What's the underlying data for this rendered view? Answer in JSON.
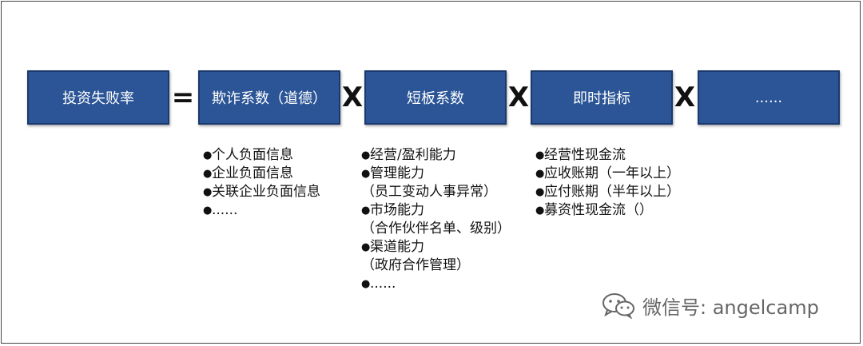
{
  "boxes": [
    {
      "label": "投资失败率"
    },
    {
      "label": "欺诈系数（道德）"
    },
    {
      "label": "短板系数"
    },
    {
      "label": "即时指标"
    },
    {
      "label": "......"
    }
  ],
  "operators": [
    "=",
    "X",
    "X",
    "X"
  ],
  "lists": [
    {
      "items": [
        {
          "text": "个人负面信息",
          "bullet": true
        },
        {
          "text": "企业负面信息",
          "bullet": true
        },
        {
          "text": "关联企业负面信息",
          "bullet": true
        },
        {
          "text": "......",
          "bullet": true
        }
      ]
    },
    {
      "items": [
        {
          "text": "经营/盈利能力",
          "bullet": true
        },
        {
          "text": "管理能力",
          "bullet": true
        },
        {
          "text": "（员工变动人事异常）",
          "bullet": false
        },
        {
          "text": "市场能力",
          "bullet": true
        },
        {
          "text": "（合作伙伴名单、级别）",
          "bullet": false
        },
        {
          "text": "渠道能力",
          "bullet": true
        },
        {
          "text": "（政府合作管理）",
          "bullet": false
        },
        {
          "text": "......",
          "bullet": true
        }
      ]
    },
    {
      "items": [
        {
          "text": "经营性现金流",
          "bullet": true
        },
        {
          "text": "应收账期（一年以上）",
          "bullet": true
        },
        {
          "text": "应付账期（半年以上）",
          "bullet": true
        },
        {
          "text": "募资性现金流（）",
          "bullet": true
        }
      ]
    }
  ],
  "watermark": {
    "text": "微信号: angelcamp",
    "icon": "wechat-icon"
  }
}
